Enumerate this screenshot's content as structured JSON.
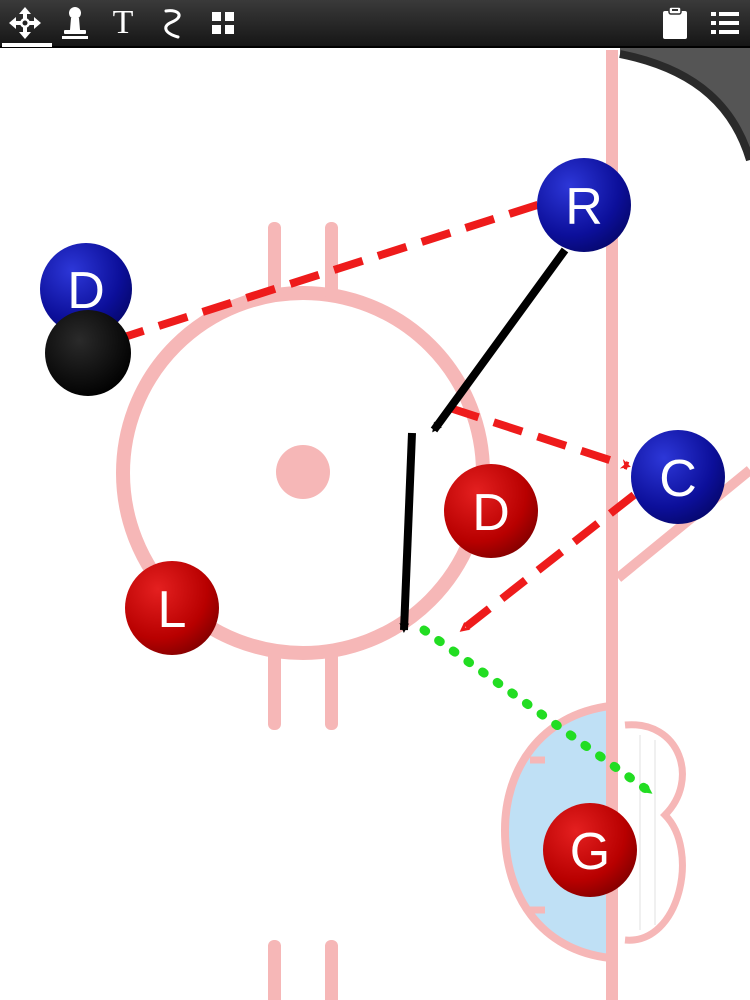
{
  "toolbar": {
    "tools": [
      {
        "name": "move-tool",
        "icon": "move-arrows-icon"
      },
      {
        "name": "player-tool",
        "icon": "player-piece-icon"
      },
      {
        "name": "text-tool",
        "icon": "text-icon",
        "label": "T"
      },
      {
        "name": "line-tool",
        "icon": "squiggle-line-icon"
      },
      {
        "name": "grid-tool",
        "icon": "grid-icon"
      }
    ],
    "right_tools": [
      {
        "name": "clipboard-button",
        "icon": "clipboard-icon"
      },
      {
        "name": "menu-button",
        "icon": "list-menu-icon"
      }
    ]
  },
  "players": {
    "d_top": "D",
    "r": "R",
    "c": "C",
    "d_red": "D",
    "l": "L",
    "g": "G"
  },
  "colors": {
    "offense": "#0c0f9a",
    "defense": "#b80000",
    "rink_lines": "#f6b7b7",
    "crease": "#bfe0f5",
    "pass": "#ee1b1b",
    "skate": "#000000",
    "shot": "#22dd22",
    "puck": "#000000"
  }
}
